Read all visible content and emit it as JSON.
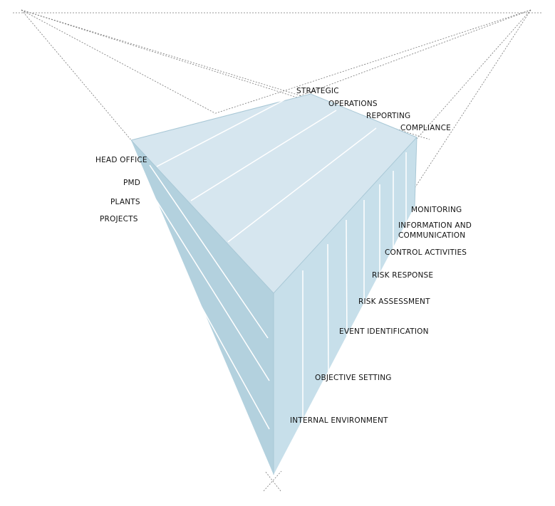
{
  "colors": {
    "top_face": "#d6e6ef",
    "left_face": "#b3d1de",
    "right_face": "#c7dfea",
    "edge": "#a9c8d6",
    "divider": "#ffffff",
    "guide": "#777777"
  },
  "top_labels": [
    "STRATEGIC",
    "OPERATIONS",
    "REPORTING",
    "COMPLIANCE"
  ],
  "left_labels": [
    "HEAD OFFICE",
    "PMD",
    "PLANTS",
    "PROJECTS"
  ],
  "right_labels": {
    "monitoring": "MONITORING",
    "info_line1": "INFORMATION AND",
    "info_line2": "COMMUNICATION",
    "control_activities": "CONTROL ACTIVITIES",
    "risk_response": "RISK RESPONSE",
    "risk_assessment": "RISK ASSESSMENT",
    "event_identification": "EVENT IDENTIFICATION",
    "objective_setting": "OBJECTIVE SETTING",
    "internal_environment": "INTERNAL ENVIRONMENT"
  }
}
